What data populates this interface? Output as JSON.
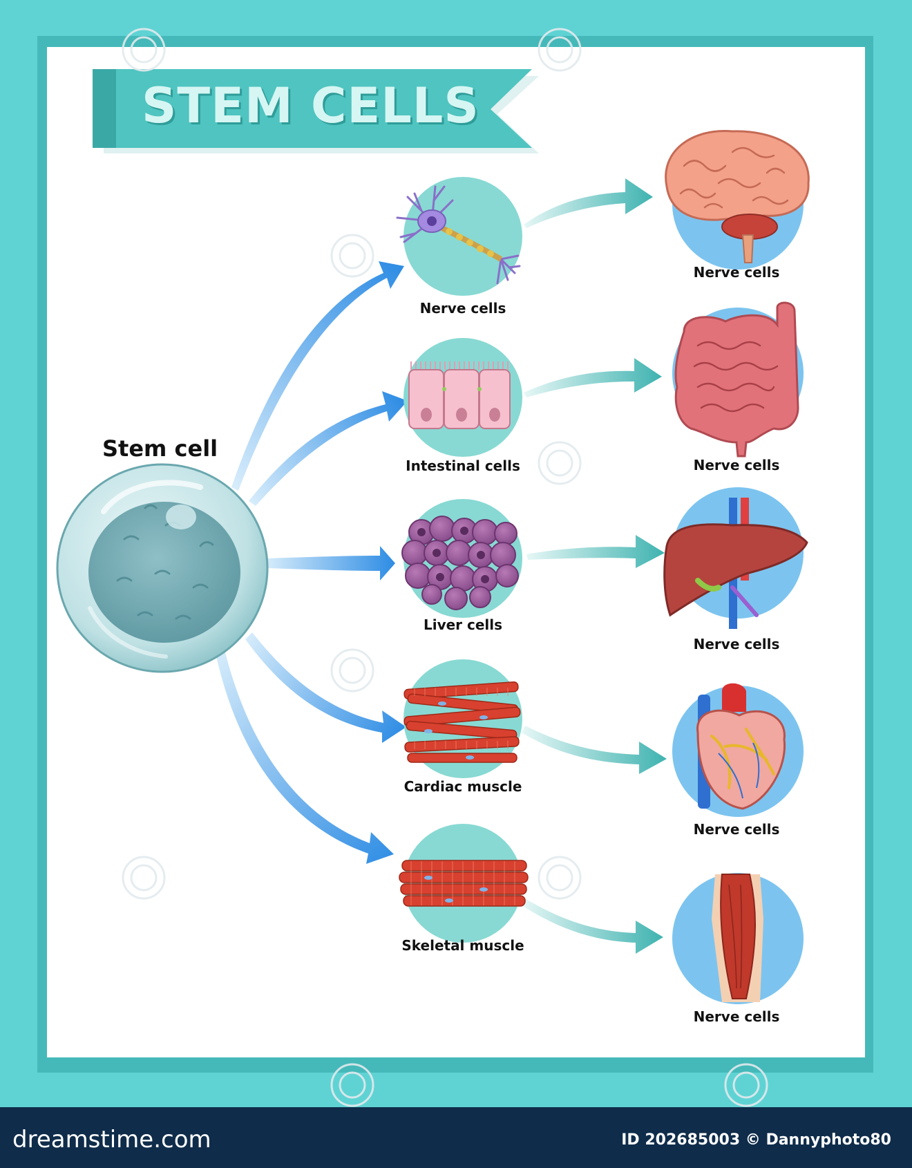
{
  "title": "STEM CELLS",
  "source_label": "Stem cell",
  "rows": [
    {
      "cell_label": "Nerve cells",
      "organ_label": "Nerve cells",
      "cell_icon": "neuron-icon",
      "organ_icon": "brain-icon"
    },
    {
      "cell_label": "Intestinal cells",
      "organ_label": "Nerve cells",
      "cell_icon": "intestinal-cells-icon",
      "organ_icon": "intestine-icon"
    },
    {
      "cell_label": "Liver cells",
      "organ_label": "Nerve cells",
      "cell_icon": "liver-cells-icon",
      "organ_icon": "liver-icon"
    },
    {
      "cell_label": "Cardiac muscle",
      "organ_label": "Nerve cells",
      "cell_icon": "cardiac-muscle-icon",
      "organ_icon": "heart-icon"
    },
    {
      "cell_label": "Skeletal muscle",
      "organ_label": "Nerve cells",
      "cell_icon": "skeletal-muscle-icon",
      "organ_icon": "leg-muscle-icon"
    }
  ],
  "footer": {
    "brand": "dreamstime.com",
    "image_id": "ID 202685003 © Dannyphoto80"
  },
  "colors": {
    "frame": "#5fd3d3",
    "banner": "#4fc4c0",
    "cell_circle": "#88d9d3",
    "organ_circle": "#7cc4ef",
    "arrow_blue": "#4a9ee6",
    "arrow_teal": "#45b5b3",
    "footer": "#0f2c4a"
  }
}
